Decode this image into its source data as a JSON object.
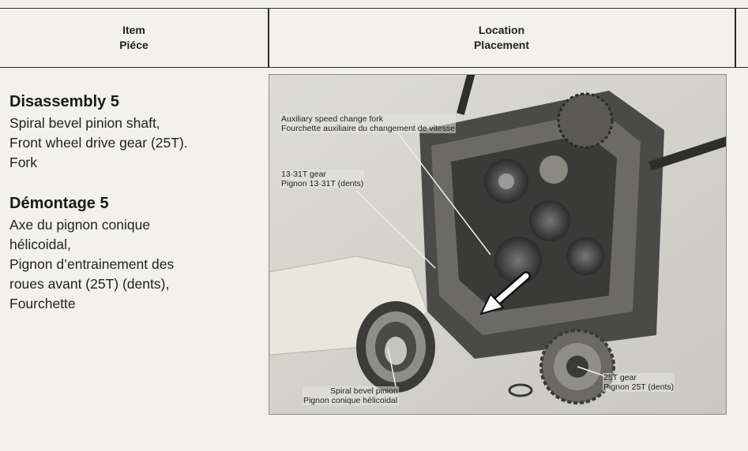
{
  "header": {
    "item_en": "Item",
    "item_fr": "Piéce",
    "location_en": "Location",
    "location_fr": "Placement"
  },
  "left": {
    "disassembly_title": "Disassembly 5",
    "disassembly_lines": [
      "Spiral bevel pinion shaft,",
      "Front wheel drive gear (25T).",
      "Fork"
    ],
    "demontage_title": "Démontage 5",
    "demontage_lines": [
      "Axe du pignon conique",
      "hélicoidal,",
      "Pignon d’entrainement des",
      "roues avant (25T) (dents),",
      "Fourchette"
    ]
  },
  "photo": {
    "label_aux_en": "Auxiliary speed change fork",
    "label_aux_fr": "Fourchette auxiliaire du changement de vitesse",
    "label_1331_en": "13·31T gear",
    "label_1331_fr": "Pignon 13·31T (dents)",
    "label_spiral_en": "Spiral bevel pinion",
    "label_spiral_fr": "Pignon conique hélicoidal",
    "label_25t_en": "25T gear",
    "label_25t_fr": "Pignon 25T (dents)"
  },
  "icons": [
    "arrow-direction-icon"
  ]
}
